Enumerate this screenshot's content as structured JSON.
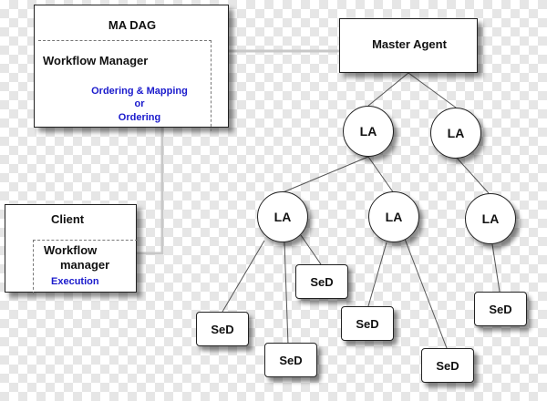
{
  "ma_dag": {
    "title": "MA DAG",
    "workflow_manager": "Workflow Manager",
    "ordering_mapping_1": "Ordering & Mapping",
    "ordering_mapping_2": "or",
    "ordering_mapping_3": "Ordering"
  },
  "master_agent": {
    "label": "Master Agent"
  },
  "client": {
    "title": "Client",
    "workflow_line1": "Workflow",
    "workflow_line2": "manager",
    "execution": "Execution"
  },
  "agents": {
    "label": "LA"
  },
  "servers": {
    "label": "SeD"
  },
  "colors": {
    "accent_text": "#1a1acc",
    "border": "#222222"
  }
}
